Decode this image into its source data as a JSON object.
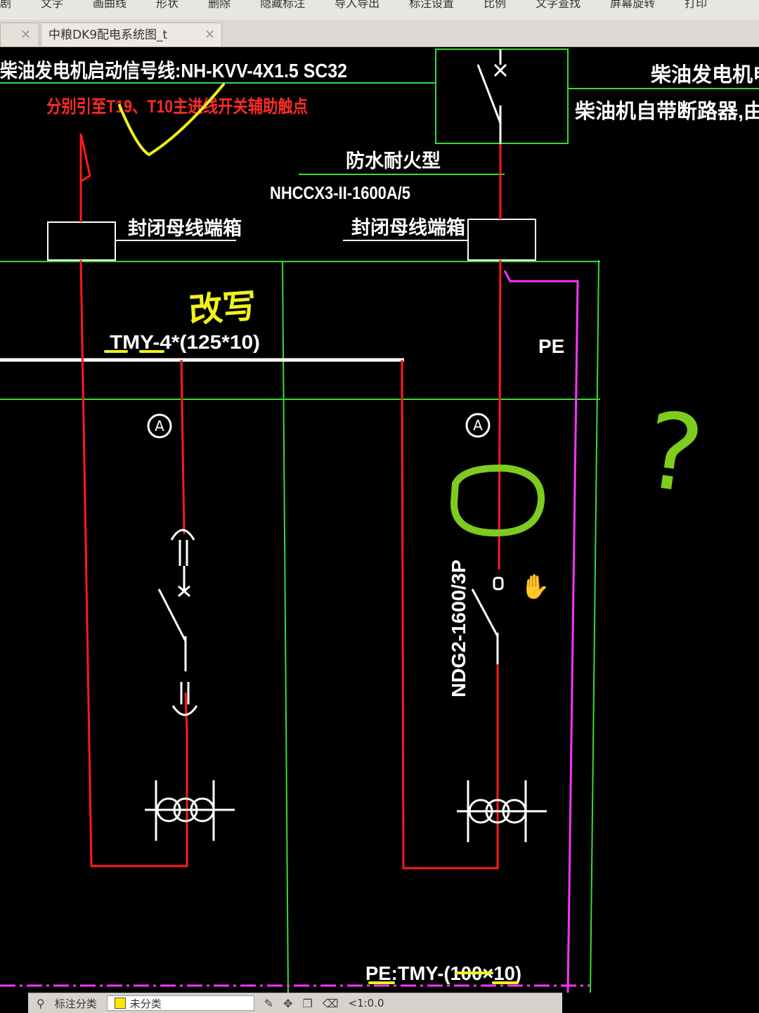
{
  "menubar": {
    "items": [
      "剧",
      "文字",
      "画曲线",
      "形状",
      "删除",
      "隐藏标注",
      "导入导出",
      "标注设置",
      "比例",
      "文字查找",
      "屏幕旋转",
      "打印"
    ]
  },
  "tabs": [
    {
      "label": "",
      "active": false
    },
    {
      "label": "中粮DK9配电系统图_t",
      "active": true
    }
  ],
  "drawing": {
    "texts": {
      "gen_signal_line": "柴油发电机启动信号线:NH-KVV-4X1.5  SC32",
      "aux_contact_note": "分别引至T19、T10主进线开关辅助触点",
      "gen_control_cabinet": "柴油发电机电控柜",
      "gen_breaker_note": "柴油机自带断路器,由柴油机厂",
      "waterproof_label": "防水耐火型",
      "busway_model": "NHCCX3-II-1600A/5",
      "busbar_box_left": "封闭母线端箱",
      "busbar_box_right": "封闭母线端箱",
      "tmy_busbar": "TMY-4*(125*10)",
      "pe_label": "PE",
      "ammeter_left": "A",
      "ammeter_right": "A",
      "switch_model": "NDG2-1600/3P",
      "pe_busbar": "PE:TMY-(100×10)"
    },
    "handwriting": {
      "yellow_note": "改写",
      "green_note": "?"
    },
    "colors": {
      "phase_line": "#ff1a1a",
      "frame_line": "#33dd33",
      "pe_line": "#ff33ff",
      "white_text": "#ffffff",
      "red_text": "#ff2a2a",
      "yellow_ink": "#f2f21a",
      "green_ink": "#7dcc1e"
    }
  },
  "statusbar": {
    "layer_tool": "标注分类",
    "layer_name": "未分类",
    "scale_text": "<1:0.0"
  }
}
